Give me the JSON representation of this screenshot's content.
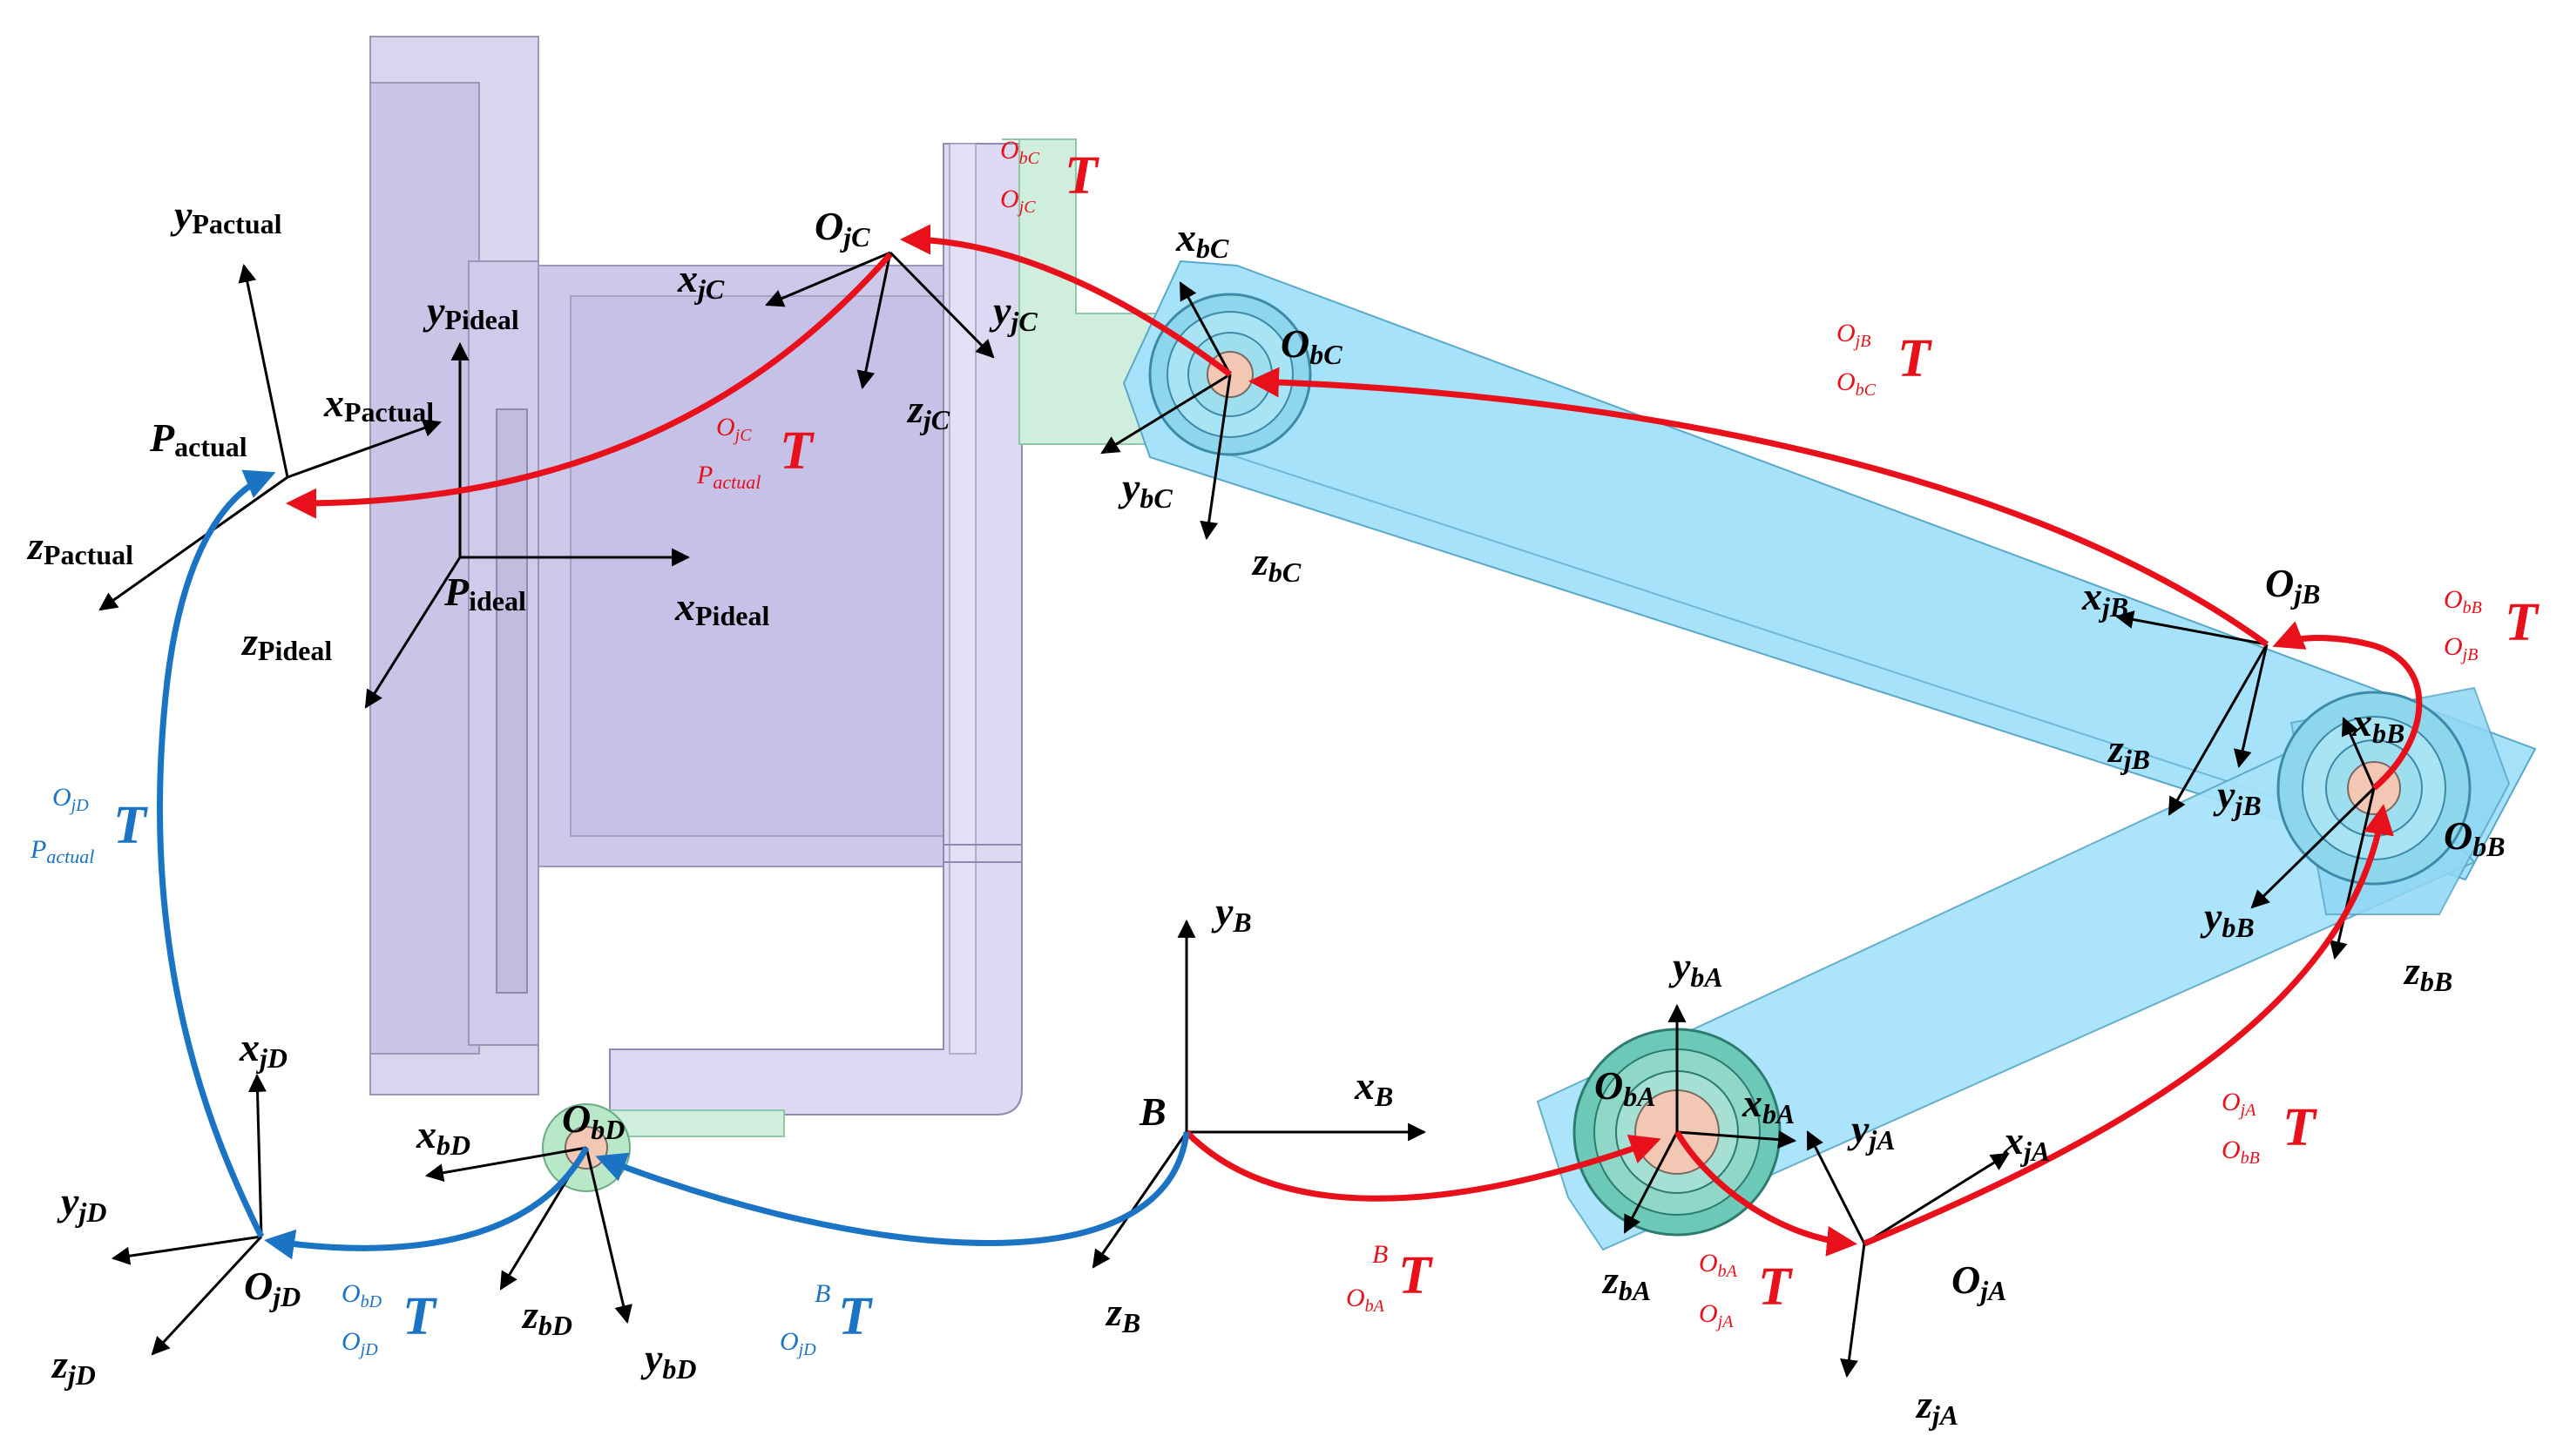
{
  "labels": {
    "y_pactual": {
      "main": "y",
      "sub": "Pactual"
    },
    "x_pactual": {
      "main": "x",
      "sub": "Pactual"
    },
    "z_pactual": {
      "main": "z",
      "sub": "Pactual"
    },
    "p_actual": {
      "main": "P",
      "sub": "actual"
    },
    "y_pideal": {
      "main": "y",
      "sub": "Pideal"
    },
    "x_pideal": {
      "main": "x",
      "sub": "Pideal"
    },
    "z_pideal": {
      "main": "z",
      "sub": "Pideal"
    },
    "p_ideal": {
      "main": "P",
      "sub": "ideal"
    },
    "o_jc": {
      "main": "O",
      "sub": "jC"
    },
    "x_jc": {
      "main": "x",
      "sub": "jC"
    },
    "y_jc": {
      "main": "y",
      "sub": "jC"
    },
    "z_jc": {
      "main": "z",
      "sub": "jC"
    },
    "x_bc": {
      "main": "x",
      "sub": "bC"
    },
    "o_bc": {
      "main": "O",
      "sub": "bC"
    },
    "y_bc": {
      "main": "y",
      "sub": "bC"
    },
    "z_bc": {
      "main": "z",
      "sub": "bC"
    },
    "o_jb": {
      "main": "O",
      "sub": "jB"
    },
    "x_jb": {
      "main": "x",
      "sub": "jB"
    },
    "z_jb": {
      "main": "z",
      "sub": "jB"
    },
    "y_jb": {
      "main": "y",
      "sub": "jB"
    },
    "x_bb": {
      "main": "x",
      "sub": "bB"
    },
    "o_bb": {
      "main": "O",
      "sub": "bB"
    },
    "y_bb": {
      "main": "y",
      "sub": "bB"
    },
    "z_bb": {
      "main": "z",
      "sub": "bB"
    },
    "y_b": {
      "main": "y",
      "sub": "B"
    },
    "x_b": {
      "main": "x",
      "sub": "B"
    },
    "z_b": {
      "main": "z",
      "sub": "B"
    },
    "b": {
      "main": "B",
      "sub": ""
    },
    "y_ba": {
      "main": "y",
      "sub": "bA"
    },
    "o_ba": {
      "main": "O",
      "sub": "bA"
    },
    "x_ba": {
      "main": "x",
      "sub": "bA"
    },
    "y_ja": {
      "main": "y",
      "sub": "jA"
    },
    "x_ja": {
      "main": "x",
      "sub": "jA"
    },
    "z_ba": {
      "main": "z",
      "sub": "bA"
    },
    "o_ja": {
      "main": "O",
      "sub": "jA"
    },
    "z_ja": {
      "main": "z",
      "sub": "jA"
    },
    "x_jd": {
      "main": "x",
      "sub": "jD"
    },
    "y_jd": {
      "main": "y",
      "sub": "jD"
    },
    "o_jd": {
      "main": "O",
      "sub": "jD"
    },
    "z_jd": {
      "main": "z",
      "sub": "jD"
    },
    "x_bd": {
      "main": "x",
      "sub": "bD"
    },
    "o_bd": {
      "main": "O",
      "sub": "bD"
    },
    "z_bd": {
      "main": "z",
      "sub": "bD"
    },
    "y_bd": {
      "main": "y",
      "sub": "bD"
    }
  },
  "transforms": {
    "t_bc_jc": {
      "sup": "bC",
      "sup_prefix": "O",
      "sub": "jC",
      "sub_prefix": "O",
      "symbol": "T",
      "color": "#e8101a"
    },
    "t_jb_bc": {
      "sup": "jB",
      "sup_prefix": "O",
      "sub": "bC",
      "sub_prefix": "O",
      "symbol": "T",
      "color": "#e8101a"
    },
    "t_jc_pactual": {
      "sup": "jC",
      "sup_prefix": "O",
      "sub": "actual",
      "sub_prefix": "P",
      "symbol": "T",
      "color": "#e8101a"
    },
    "t_bb_jb": {
      "sup": "bB",
      "sup_prefix": "O",
      "sub": "jB",
      "sub_prefix": "O",
      "symbol": "T",
      "color": "#e8101a"
    },
    "t_ja_bb": {
      "sup": "jA",
      "sup_prefix": "O",
      "sub": "bB",
      "sub_prefix": "O",
      "symbol": "T",
      "color": "#e8101a"
    },
    "t_b_ba": {
      "sup": "B",
      "sup_prefix": "",
      "sub": "bA",
      "sub_prefix": "O",
      "symbol": "T",
      "color": "#e8101a"
    },
    "t_ba_ja": {
      "sup": "bA",
      "sup_prefix": "O",
      "sub": "jA",
      "sub_prefix": "O",
      "symbol": "T",
      "color": "#e8101a"
    },
    "t_jd_pactual": {
      "sup": "jD",
      "sup_prefix": "O",
      "sub": "actual",
      "sub_prefix": "P",
      "symbol": "T",
      "color": "#1b73c4"
    },
    "t_bd_jd": {
      "sup": "bD",
      "sup_prefix": "O",
      "sub": "jD",
      "sub_prefix": "O",
      "symbol": "T",
      "color": "#1b73c4"
    },
    "t_b_jd": {
      "sup": "B",
      "sup_prefix": "",
      "sub": "jD",
      "sub_prefix": "O",
      "symbol": "T",
      "color": "#1b73c4"
    }
  },
  "colors": {
    "red_chain": "#e8101a",
    "blue_chain": "#1b73c4",
    "platform": "#d4d0ee",
    "link": "#a6e3fb",
    "bracket": "#cfeedd"
  }
}
